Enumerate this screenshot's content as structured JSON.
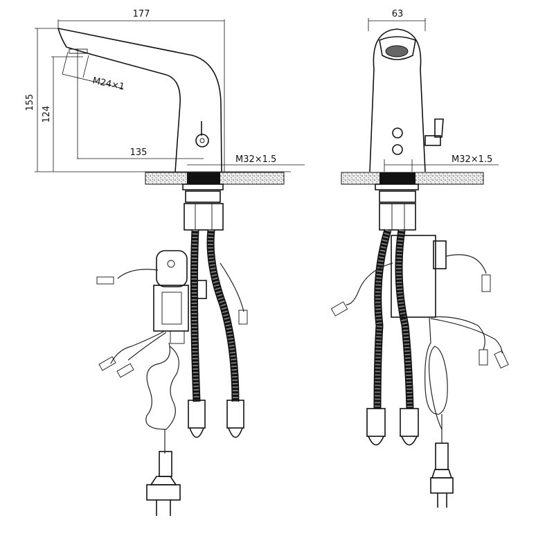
{
  "side_view": {
    "dim_overall_length": "177",
    "dim_overall_height": "155",
    "dim_spout_height": "124",
    "dim_reach": "135",
    "aerator_thread": "M24×1",
    "mount_thread": "M32×1.5"
  },
  "front_view": {
    "dim_width": "63",
    "mount_thread": "M32×1.5"
  }
}
